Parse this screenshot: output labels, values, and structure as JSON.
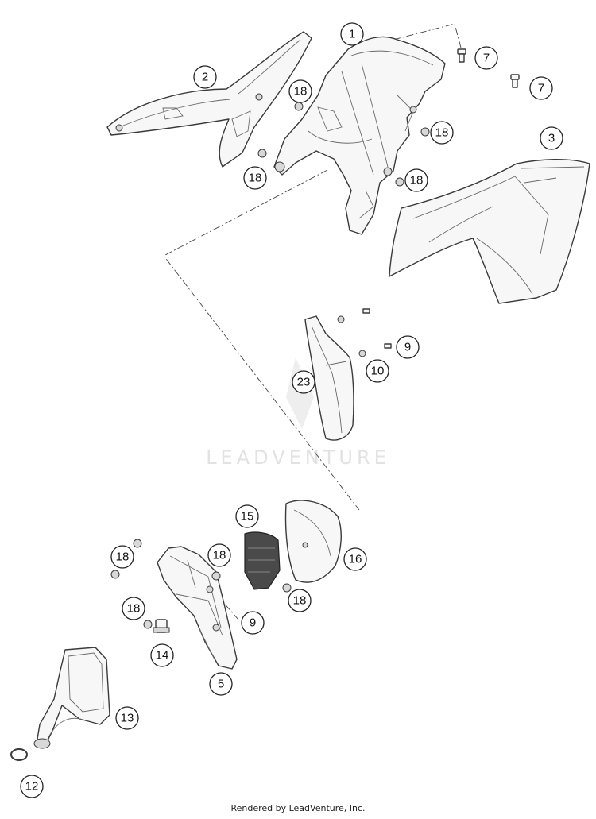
{
  "diagram": {
    "watermark": "LEADVENTURE",
    "footer": "Rendered by LeadVenture, Inc.",
    "callouts": [
      {
        "id": "c1",
        "label": "1"
      },
      {
        "id": "c2",
        "label": "2"
      },
      {
        "id": "c3",
        "label": "3"
      },
      {
        "id": "c7a",
        "label": "7"
      },
      {
        "id": "c7b",
        "label": "7"
      },
      {
        "id": "c18a",
        "label": "18"
      },
      {
        "id": "c18b",
        "label": "18"
      },
      {
        "id": "c18c",
        "label": "18"
      },
      {
        "id": "c18d",
        "label": "18"
      },
      {
        "id": "c9a",
        "label": "9"
      },
      {
        "id": "c10",
        "label": "10"
      },
      {
        "id": "c23",
        "label": "23"
      },
      {
        "id": "c15",
        "label": "15"
      },
      {
        "id": "c16",
        "label": "16"
      },
      {
        "id": "c18e",
        "label": "18"
      },
      {
        "id": "c18f",
        "label": "18"
      },
      {
        "id": "c18g",
        "label": "18"
      },
      {
        "id": "c18h",
        "label": "18"
      },
      {
        "id": "c9b",
        "label": "9"
      },
      {
        "id": "c14",
        "label": "14"
      },
      {
        "id": "c5",
        "label": "5"
      },
      {
        "id": "c13",
        "label": "13"
      },
      {
        "id": "c12",
        "label": "12"
      }
    ]
  }
}
